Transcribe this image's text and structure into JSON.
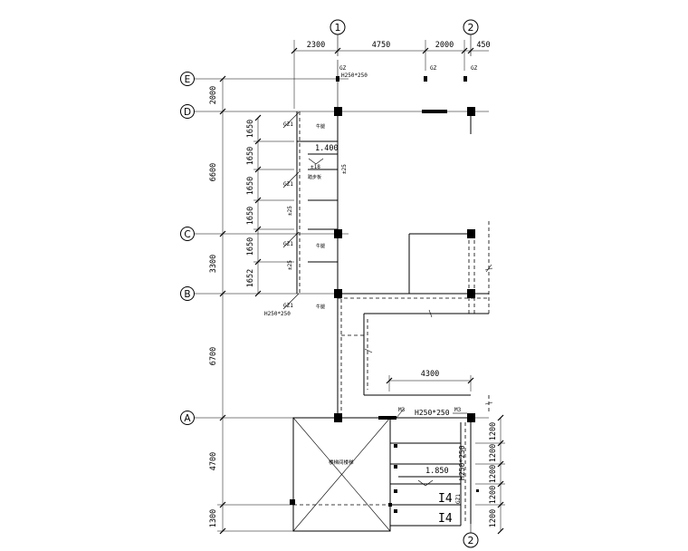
{
  "axes": {
    "col_1": "1",
    "col_2": "2",
    "col_2_bottom": "2",
    "row_E": "E",
    "row_D": "D",
    "row_C": "C",
    "row_B": "B",
    "row_A": "A"
  },
  "top_dims": [
    "2300",
    "4750",
    "2000",
    "450"
  ],
  "left_dims": [
    "2000",
    "6600",
    "3300",
    "6700",
    "4700",
    "1300"
  ],
  "inner_dims": [
    "1650",
    "1650",
    "1650",
    "1650",
    "1650",
    "1652"
  ],
  "right_dims": [
    "1200",
    "1200",
    "1200",
    "1200"
  ],
  "dim_4300": "4300",
  "labels": {
    "gz_top1": "GZ",
    "h_top": "H250*250",
    "gz_top2": "GZ",
    "gz_top3": "GZ",
    "gz_left1": "GZ1",
    "gz_left2": "GZ1",
    "gz_left3": "GZ1",
    "gz_left4": "GZ1",
    "h_bottom_left": "H250*250",
    "level_upper": "1.400",
    "level_lower": "1.850",
    "step_18": "±18",
    "note_upper": "踏步板",
    "step_25_a": "±25",
    "step_25_b": "±25",
    "step_25_c": "±25",
    "beam_h_a": "H250*250",
    "beam_h_b": "H250*250",
    "stair_well": "楼梯间楼梯",
    "ml_a": "M3",
    "ml_b": "M3",
    "gz_right": "GZ1",
    "mark_14_a": "I4",
    "mark_14_b": "I4",
    "col_tag_d": "牛腿",
    "col_tag_c": "牛腿",
    "col_tag_b": "牛腿"
  }
}
